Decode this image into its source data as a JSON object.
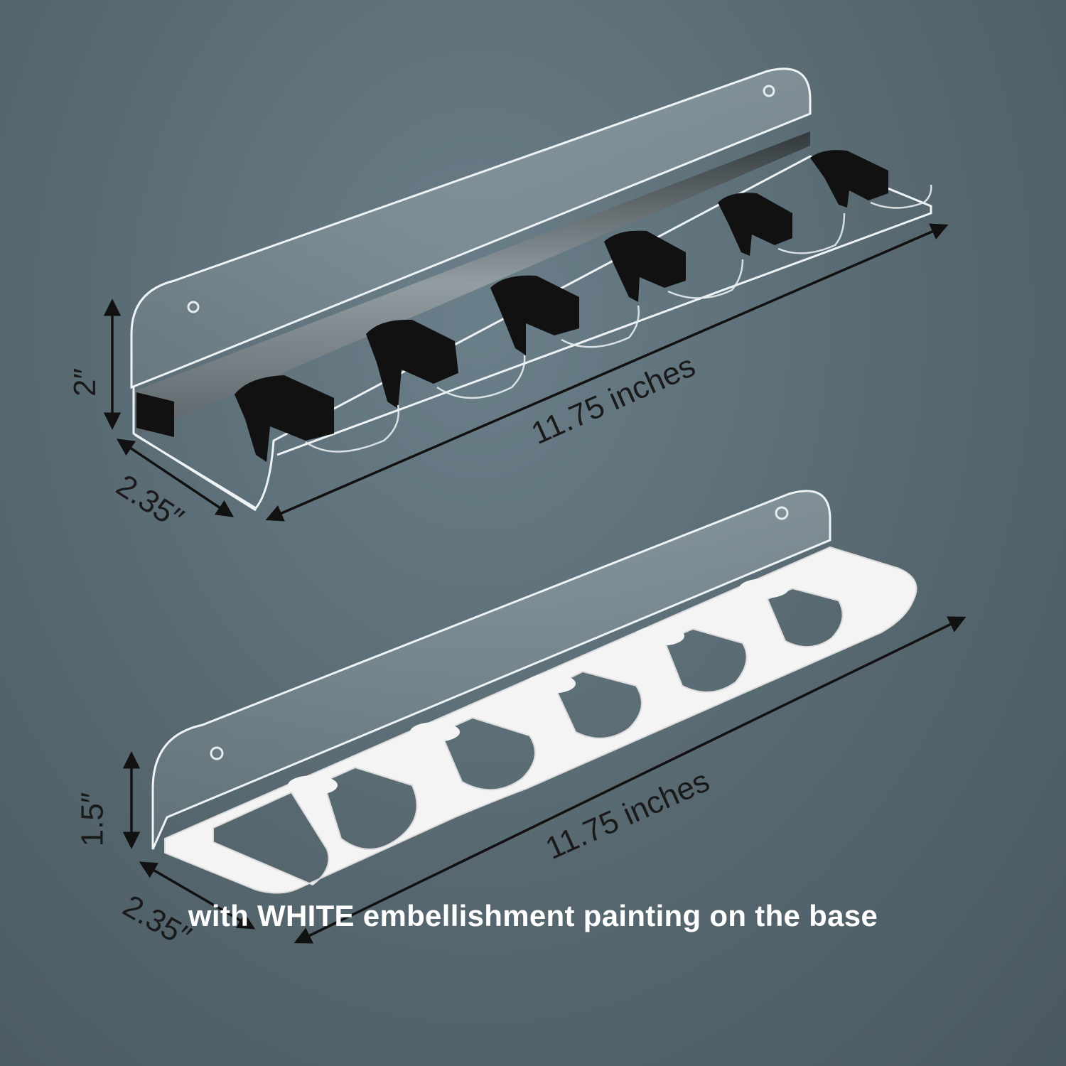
{
  "top_rack": {
    "height_label": "2″",
    "depth_label": "2.35″",
    "length_label": "11.75 inches"
  },
  "bottom_rack": {
    "height_label": "1.5″",
    "depth_label": "2.35″",
    "length_label": "11.75 inches"
  },
  "caption": "with WHITE embellishment painting on the base",
  "colors": {
    "background": "#56676f",
    "acrylic_edge": "#e8eef0",
    "foam": "#111111",
    "white_base": "#f4f4f4"
  }
}
